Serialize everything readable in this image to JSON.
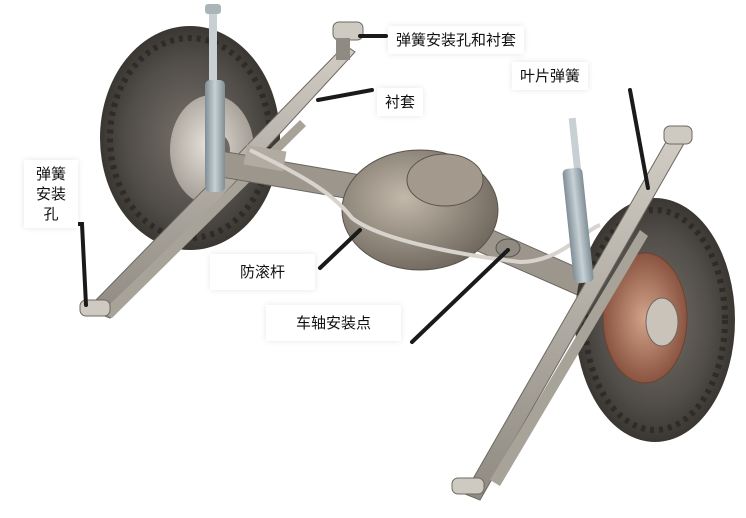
{
  "labels": {
    "spring_mount_hole_and_bushing": "弹簧安装孔和衬套",
    "bushing": "衬套",
    "leaf_spring": "叶片弹簧",
    "spring_mount_hole": [
      "弹簧",
      "安装",
      "孔"
    ],
    "anti_roll_bar": "防滚杆",
    "axle_mount_point": "车轴安装点"
  },
  "colors": {
    "background": "#ffffff",
    "leader_line": "#1a1a1a",
    "tire": "#4d4a46",
    "metal": "#b9b4ab",
    "shock": "#9aa6ad",
    "differential": "#8e8579",
    "brake_disc": "#a86f56"
  }
}
